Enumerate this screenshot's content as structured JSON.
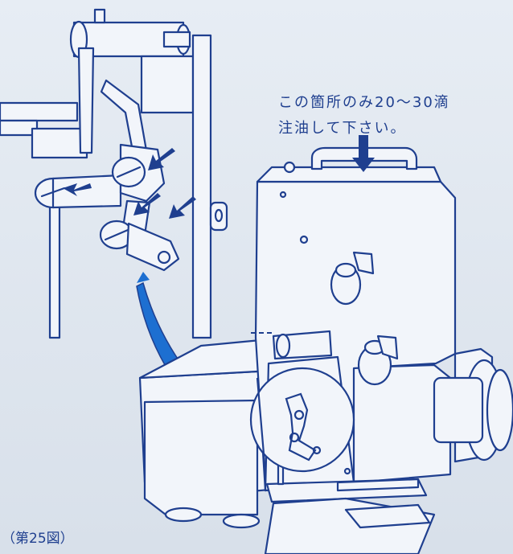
{
  "annotation": {
    "line1": "この箇所のみ20～30滴",
    "line2": "注油して下さい。"
  },
  "caption": "（第25図）",
  "colors": {
    "background": "#dfe6ef",
    "line": "#1f3f8f",
    "fill": "#f2f5fa",
    "accent": "#1d6fd1"
  }
}
